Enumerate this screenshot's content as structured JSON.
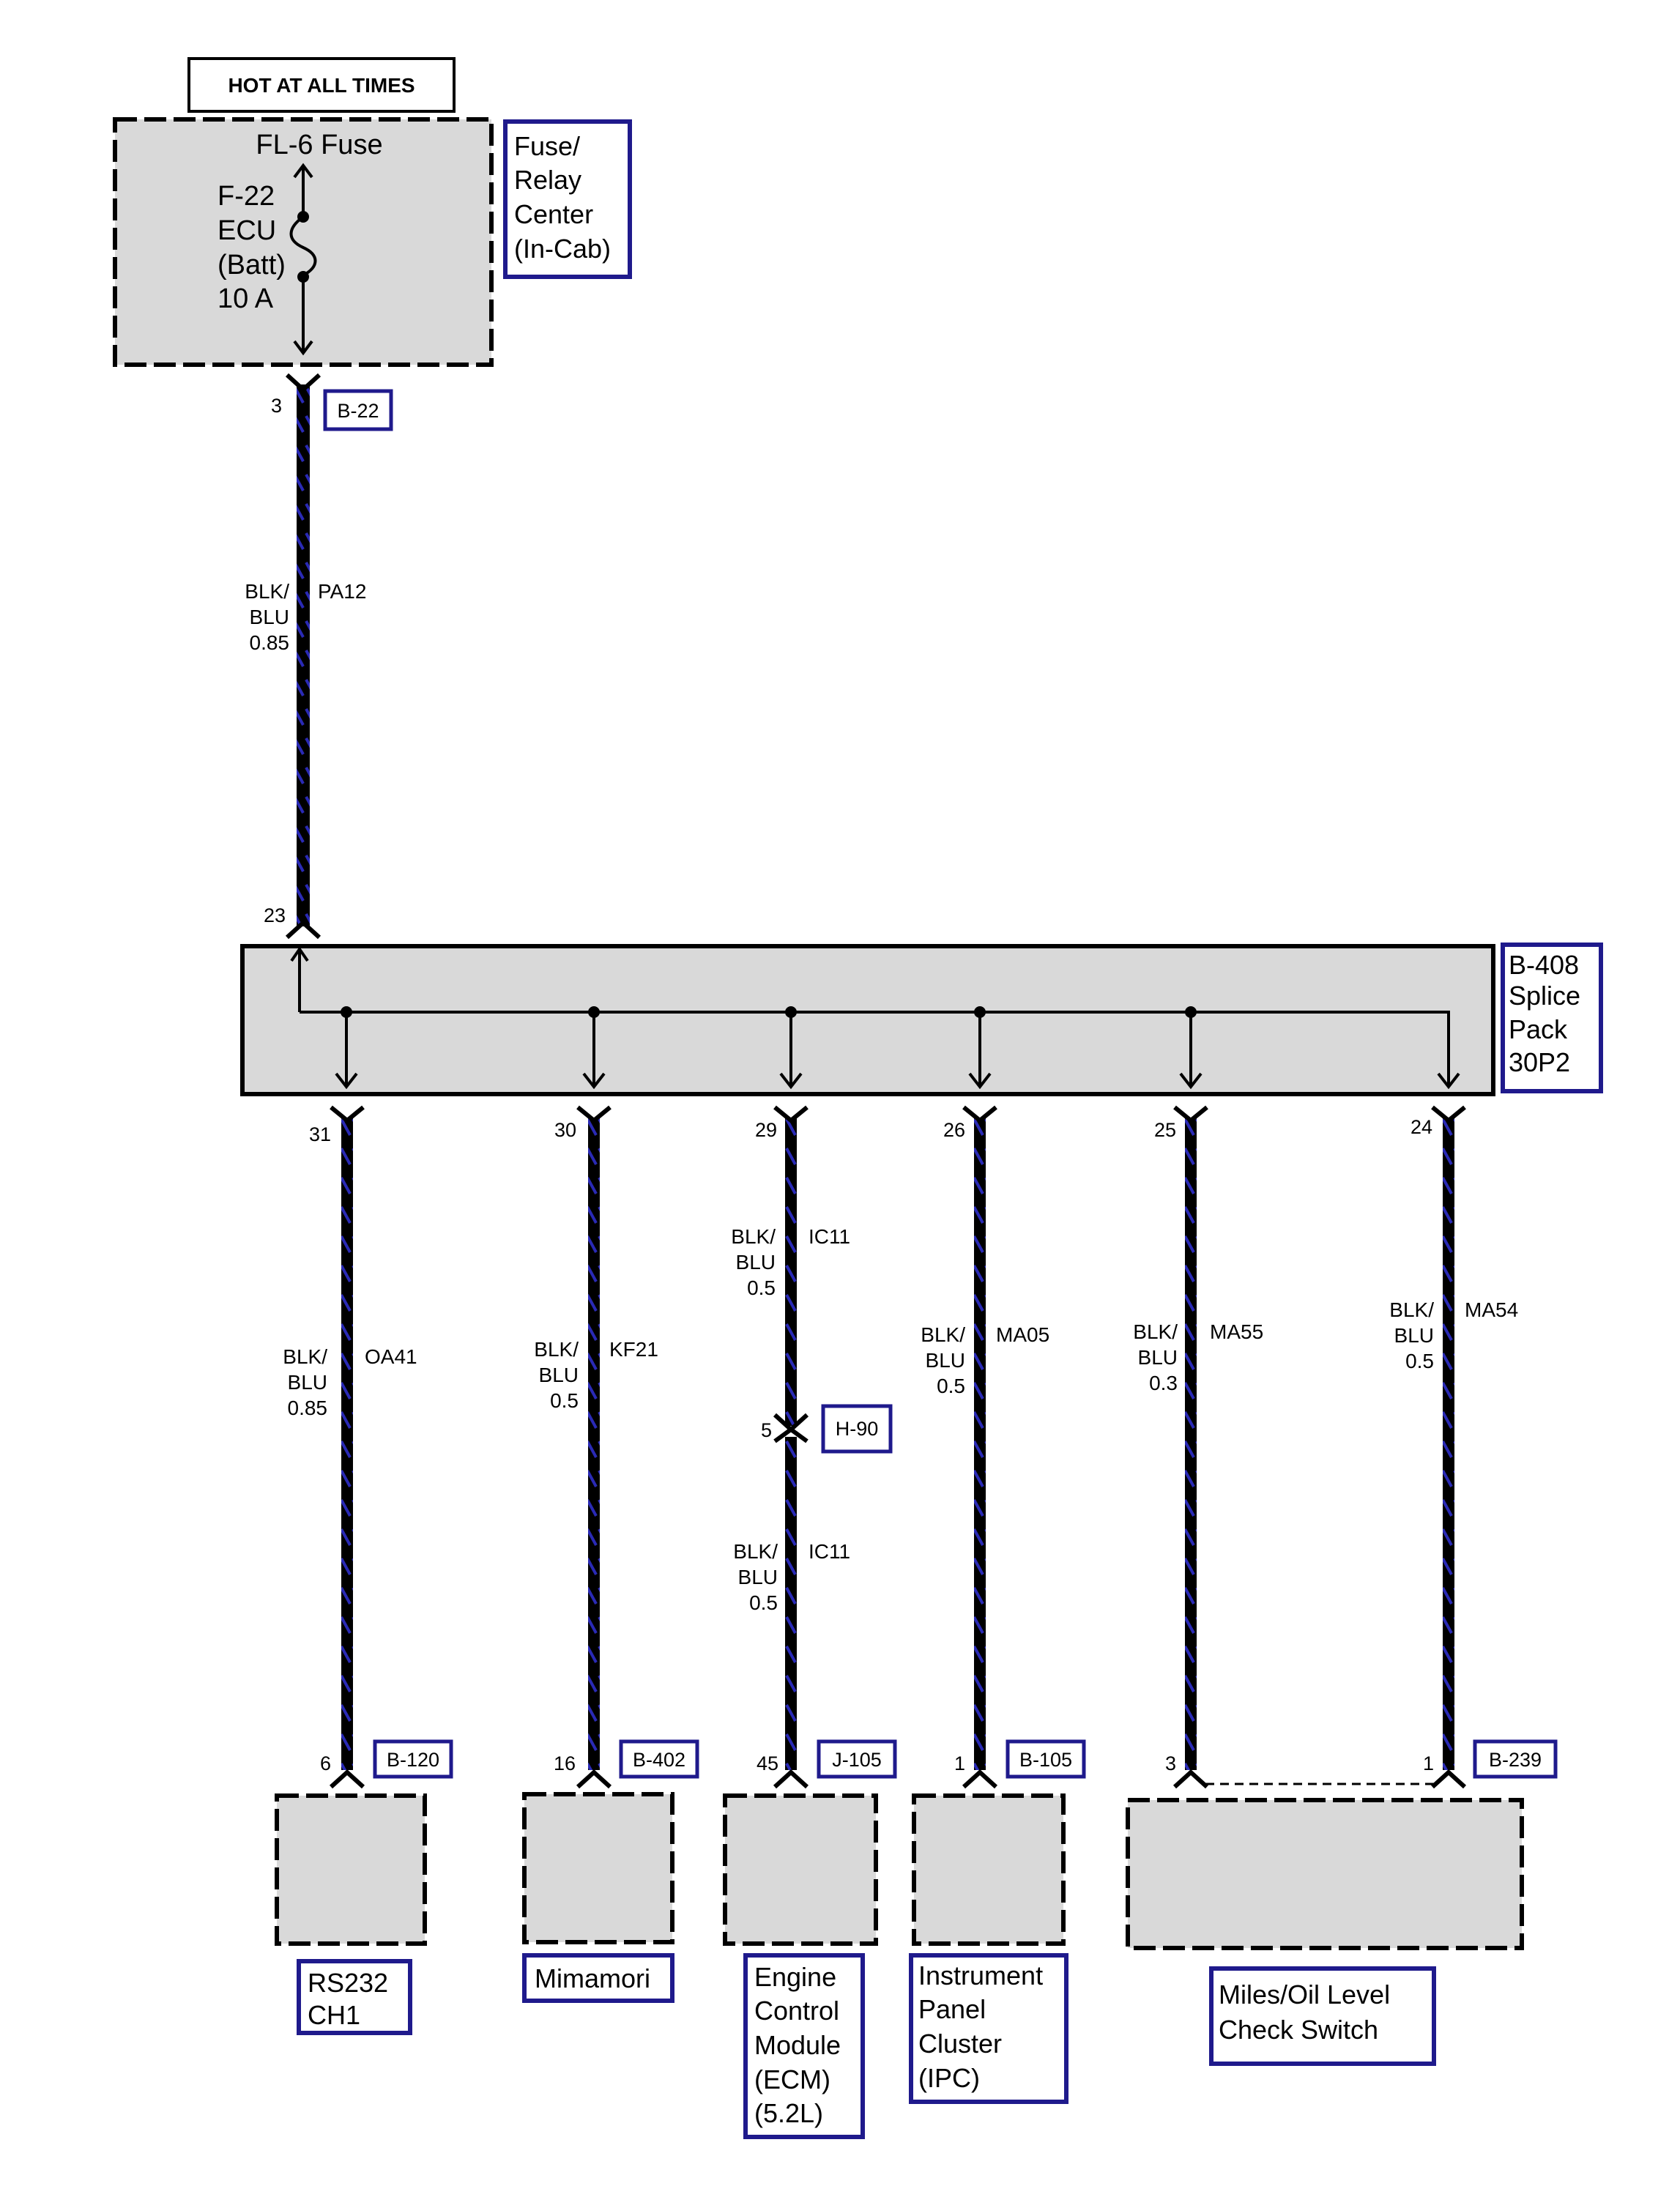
{
  "header": {
    "hot_label": "HOT AT ALL TIMES"
  },
  "fuse_block": {
    "fuse_name": "FL-6 Fuse",
    "fuse_lines": [
      "F-22",
      "ECU",
      "(Batt)",
      "10 A"
    ],
    "location_lines": [
      "Fuse/",
      "Relay",
      "Center",
      "(In-Cab)"
    ]
  },
  "feed": {
    "connector": "B-22",
    "pin_top": "3",
    "wire_color": [
      "BLK/",
      "BLU",
      "0.85"
    ],
    "circuit": "PA12",
    "pin_splice": "23"
  },
  "splice": {
    "label_lines": [
      "B-408",
      "Splice",
      "Pack",
      "30P2"
    ]
  },
  "branches": [
    {
      "pin_top": "31",
      "wire_color": [
        "BLK/",
        "BLU",
        "0.85"
      ],
      "circuit": "OA41",
      "pin_bottom": "6",
      "connector": "B-120",
      "component_lines": [
        "RS232",
        "CH1"
      ]
    },
    {
      "pin_top": "30",
      "wire_color": [
        "BLK/",
        "BLU",
        "0.5"
      ],
      "circuit": "KF21",
      "pin_bottom": "16",
      "connector": "B-402",
      "component_lines": [
        "Mimamori"
      ]
    },
    {
      "pin_top": "29",
      "wire_color": [
        "BLK/",
        "BLU",
        "0.5"
      ],
      "circuit": "IC11",
      "inline_pin": "5",
      "inline_connector": "H-90",
      "wire_color_2": [
        "BLK/",
        "BLU",
        "0.5"
      ],
      "circuit_2": "IC11",
      "pin_bottom": "45",
      "connector": "J-105",
      "component_lines": [
        "Engine",
        "Control",
        "Module",
        "(ECM)",
        "(5.2L)"
      ]
    },
    {
      "pin_top": "26",
      "wire_color": [
        "BLK/",
        "BLU",
        "0.5"
      ],
      "circuit": "MA05",
      "pin_bottom": "1",
      "connector": "B-105",
      "component_lines": [
        "Instrument",
        "Panel",
        "Cluster",
        "(IPC)"
      ]
    },
    {
      "pin_top": "25",
      "wire_color": [
        "BLK/",
        "BLU",
        "0.3"
      ],
      "circuit": "MA55",
      "pin_bottom": "3",
      "connector": "",
      "component_lines": [
        "Miles/Oil Level",
        "Check Switch"
      ]
    },
    {
      "pin_top": "24",
      "wire_color": [
        "BLK/",
        "BLU",
        "0.5"
      ],
      "circuit": "MA54",
      "pin_bottom": "1",
      "connector": "B-239",
      "component_lines": []
    }
  ],
  "colors": {
    "box_fill": "#d9d9d9",
    "label_border": "#1f1a8c",
    "wire": "#000000",
    "wire_stripe": "#2a2ab5"
  }
}
